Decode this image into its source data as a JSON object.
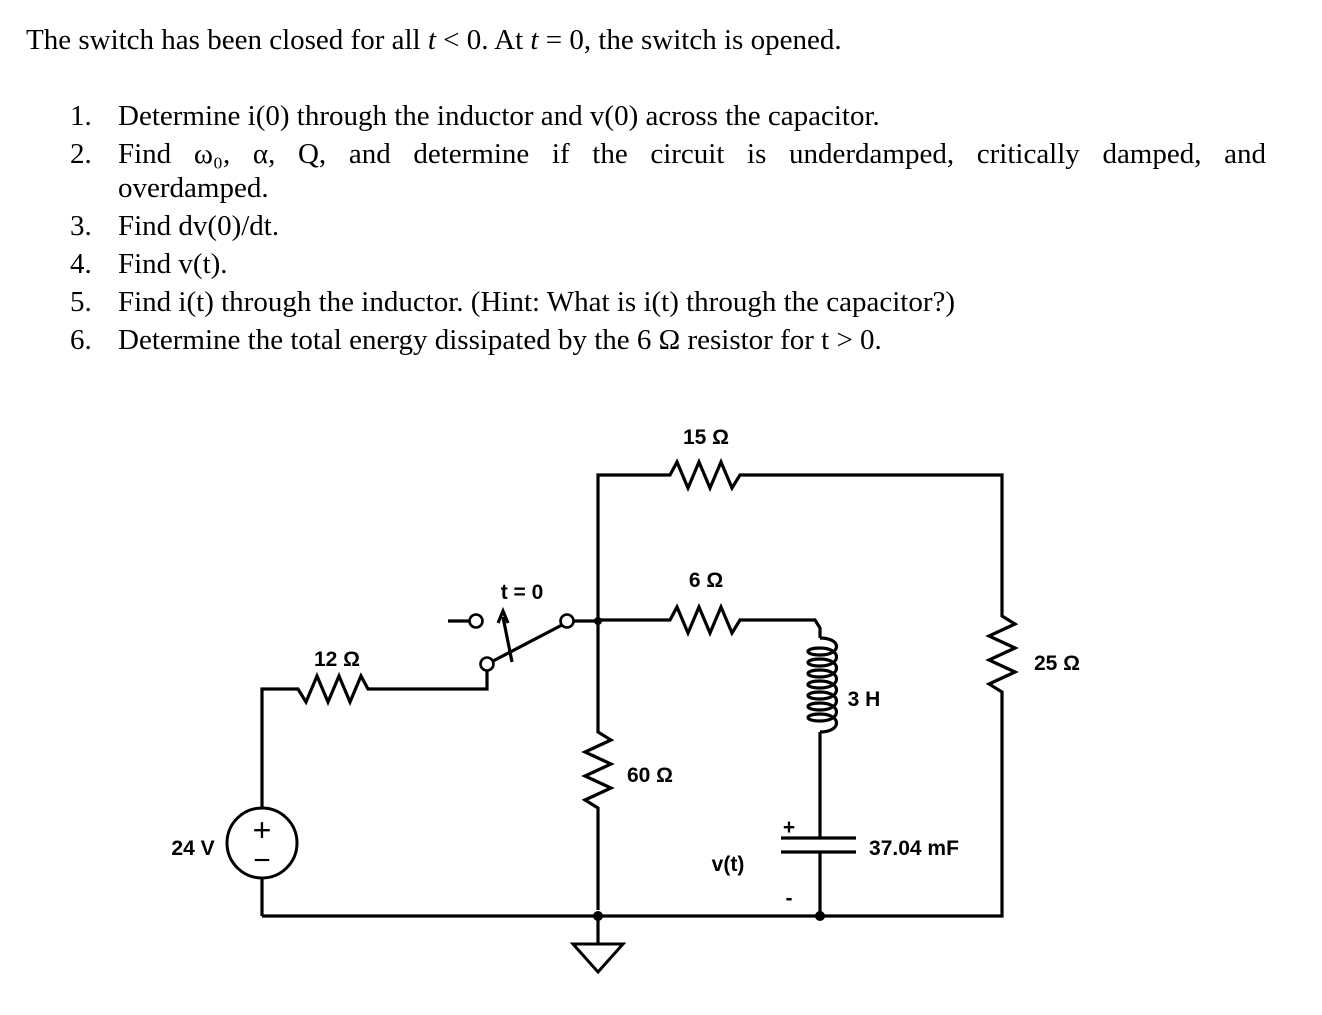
{
  "problem": {
    "intro_a": "The switch has been closed for all ",
    "intro_t1": "t",
    "intro_b": " < 0. At ",
    "intro_t2": "t",
    "intro_c": " = 0, the switch is opened.",
    "questions": [
      {
        "num": "1.",
        "text": "Determine i(0) through the inductor and v(0) across the capacitor."
      },
      {
        "num": "2.",
        "text": "Find ω₀, α, Q, and determine if the circuit is underdamped, critically damped, and",
        "cont": "overdamped."
      },
      {
        "num": "3.",
        "text": "Find dv(0)/dt."
      },
      {
        "num": "4.",
        "text": "Find v(t)."
      },
      {
        "num": "5.",
        "text": "Find i(t) through the inductor. (Hint: What is i(t) through the capacitor?)"
      },
      {
        "num": "6.",
        "text": "Determine the total energy dissipated by the 6 Ω resistor for t > 0."
      }
    ]
  },
  "circuit": {
    "r15": "15 Ω",
    "r6": "6 Ω",
    "switch": "t = 0",
    "r12": "12 Ω",
    "r25": "25 Ω",
    "inductor": "3 H",
    "r60": "60 Ω",
    "source": "24 V",
    "source_plus": "+",
    "source_minus": "−",
    "capacitor": "37.04 mF",
    "cap_plus": "+",
    "cap_minus": "-",
    "vt": "v(t)"
  }
}
